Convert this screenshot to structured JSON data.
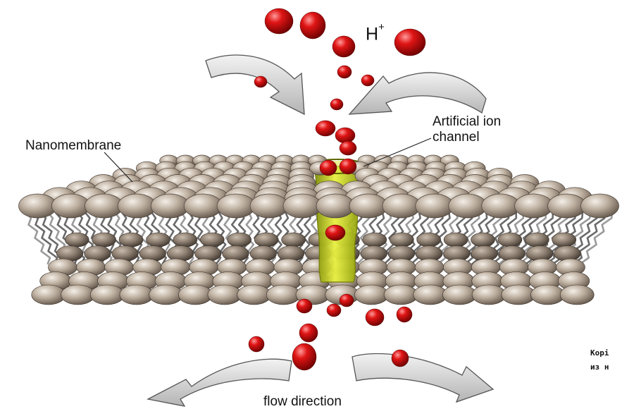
{
  "labels": {
    "ion_base": "H",
    "ion_charge": "+",
    "membrane": "Nanomembrane",
    "channel_line1": "Artificial ion",
    "channel_line2": "channel",
    "flow": "flow direction",
    "cut_line1": "Корі",
    "cut_line2": "из н"
  },
  "colors": {
    "background": "#ffffff",
    "ion": "#cc0a0a",
    "lipid_head": "#b8ab9b",
    "lipid_tail": "#6a6a6a",
    "channel": "#c8d21a",
    "arrow": "#dadada"
  }
}
